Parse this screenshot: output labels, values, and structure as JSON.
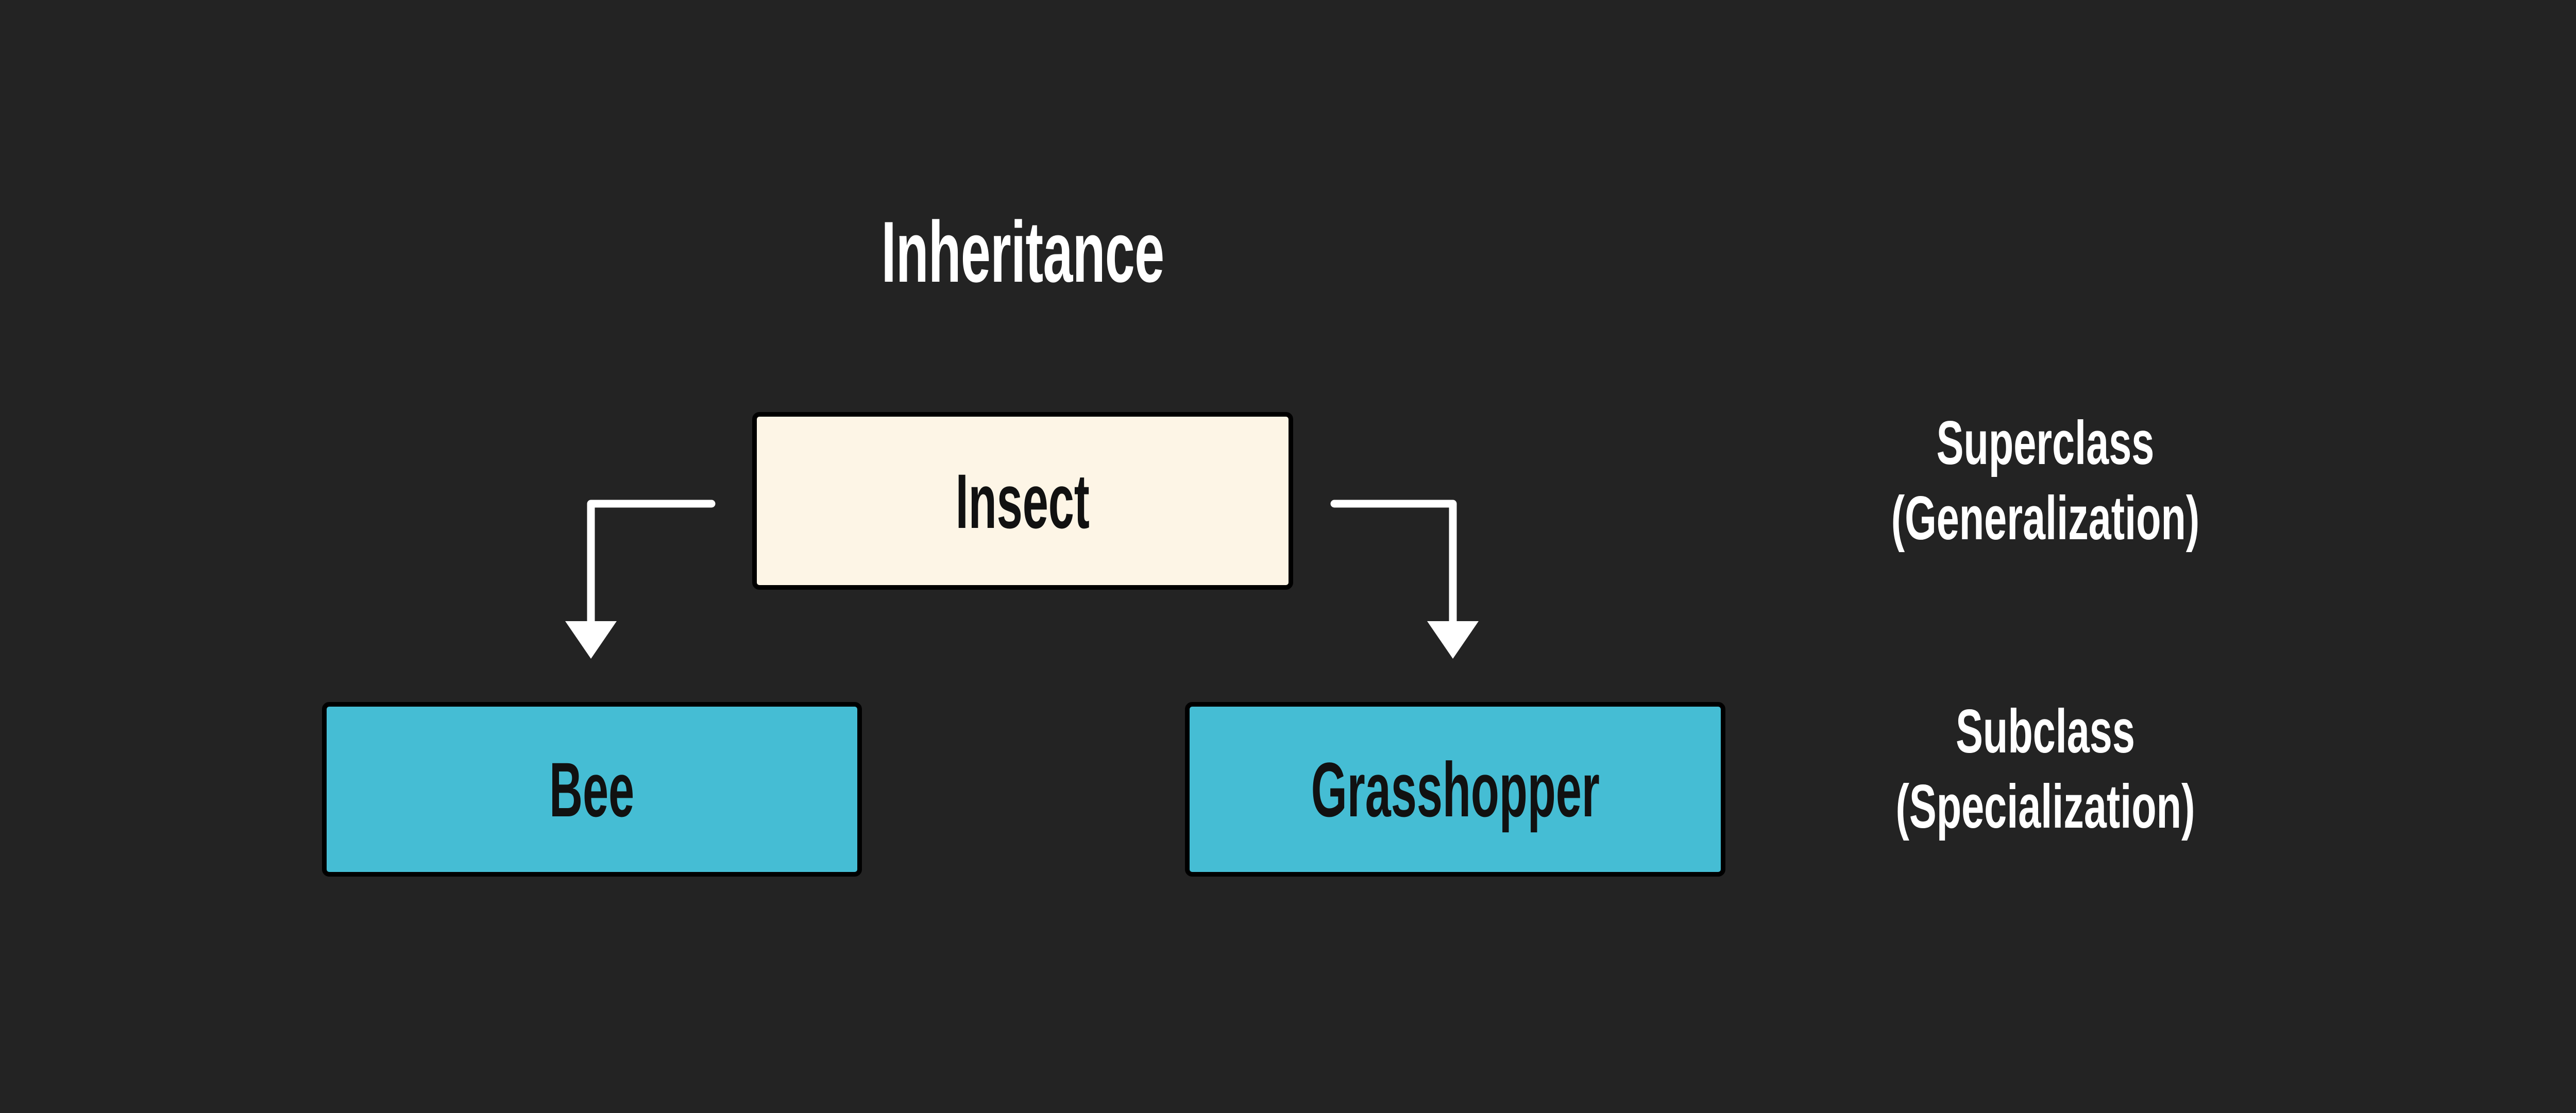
{
  "diagram": {
    "title": "Inheritance",
    "type": "class-inheritance-hierarchy",
    "background_color": "#232323",
    "title_color": "#ffffff",
    "classes": [
      {
        "id": "insect",
        "label": "Insect",
        "role": "superclass",
        "fill_color": "#fdf5e6",
        "border_color": "#000000",
        "text_color": "#111111"
      },
      {
        "id": "bee",
        "label": "Bee",
        "role": "subclass",
        "fill_color": "#45bdd4",
        "border_color": "#000000",
        "text_color": "#111111"
      },
      {
        "id": "grasshopper",
        "label": "Grasshopper",
        "role": "subclass",
        "fill_color": "#45bdd4",
        "border_color": "#000000",
        "text_color": "#111111"
      }
    ],
    "relationships": [
      {
        "from": "insect",
        "to": "bee",
        "kind": "inherits",
        "arrow_color": "#ffffff"
      },
      {
        "from": "insect",
        "to": "grasshopper",
        "kind": "inherits",
        "arrow_color": "#ffffff"
      }
    ],
    "annotations": [
      {
        "id": "superclass",
        "line1": "Superclass",
        "line2": "(Generalization)",
        "color": "#ffffff"
      },
      {
        "id": "subclass",
        "line1": "Subclass",
        "line2": "(Specialization)",
        "color": "#ffffff"
      }
    ]
  }
}
